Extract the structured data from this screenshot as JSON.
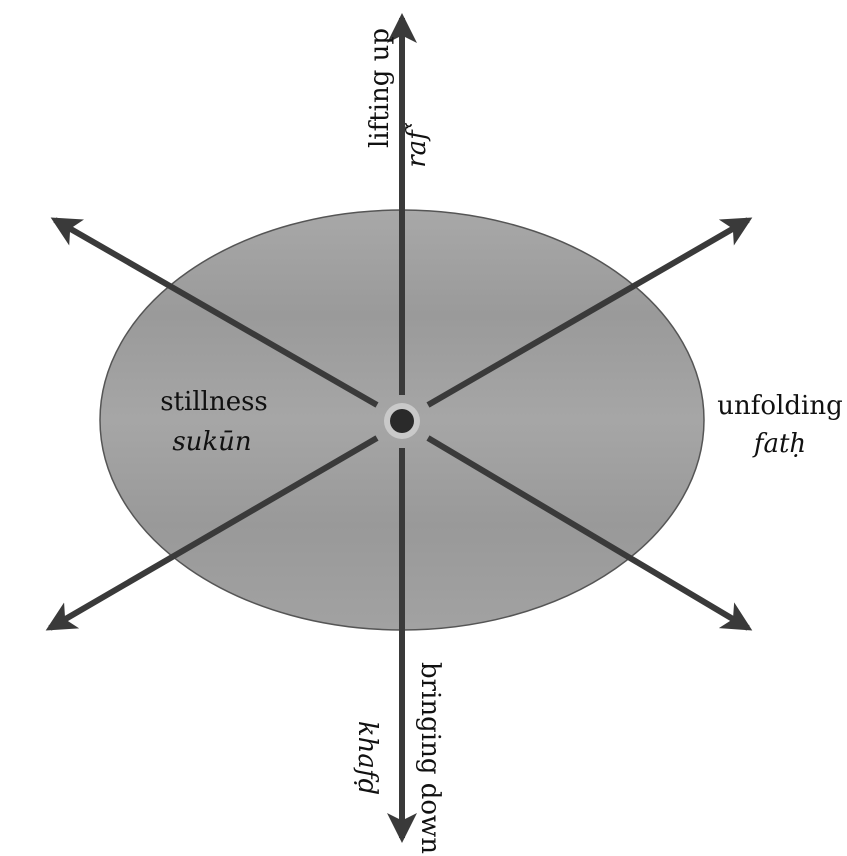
{
  "labels": {
    "up": {
      "term": "lifting up",
      "arabic": "rafʿ"
    },
    "down": {
      "term": "bringing down",
      "arabic": "khafḍ"
    },
    "left": {
      "term": "stillness",
      "arabic": "sukūn"
    },
    "right": {
      "term": "unfolding",
      "arabic": "fatḥ"
    }
  },
  "colors": {
    "ellipse_fill": "#a3a3a3",
    "ellipse_stroke": "#555555",
    "arrows": "#3a3a3a",
    "center_dot": "#2a2a2a",
    "text": "#111111"
  }
}
